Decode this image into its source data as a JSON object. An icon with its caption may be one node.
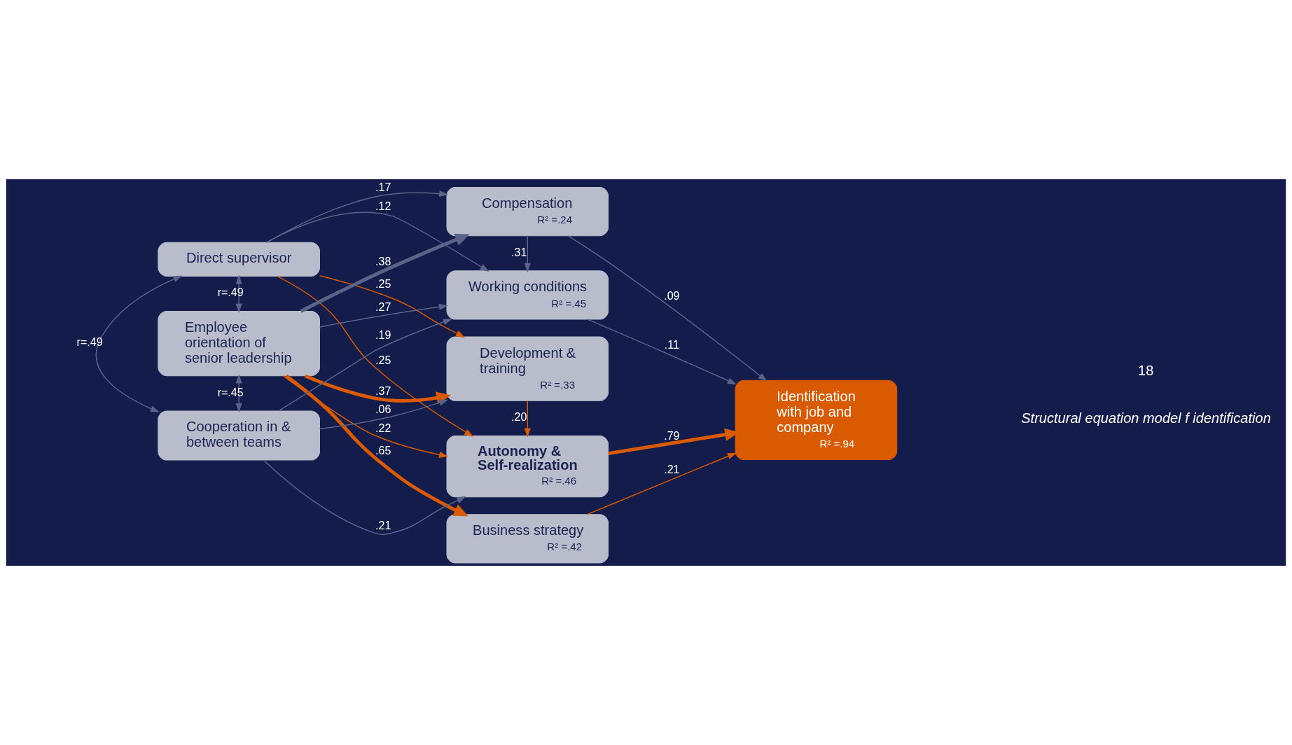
{
  "diagram": {
    "nodes": [
      {
        "text": [
          "Direct supervisor"
        ]
      },
      {
        "text": [
          "Employee orientation of senior leadership"
        ]
      },
      {
        "text": [
          "Cooperation in & between teams"
        ]
      },
      {
        "text": [
          "Development & training",
          "R² =.33"
        ]
      },
      {
        "text": [
          "Autonomy & Self-realization",
          "R² =.46"
        ]
      },
      {
        "text": [
          "Business strategy",
          "R² =.42"
        ]
      },
      {
        "text": [
          "Working conditions",
          "R² =.45"
        ]
      },
      {
        "text": [
          "Compensation",
          "R² =.24"
        ]
      },
      {
        "text": [
          "Identification with job and company",
          "R² =.94"
        ]
      }
    ],
    "edges": [
      {
        "from": 0,
        "to": 3,
        "arrow": "to",
        "label": ".25",
        "color": "#d95a00"
      },
      {
        "from": 0,
        "to": 4,
        "arrow": "to",
        "label": ".25",
        "color": "#d95a00"
      },
      {
        "from": 0,
        "to": 6,
        "arrow": "to",
        "label": ".12"
      },
      {
        "from": 0,
        "to": 7,
        "arrow": "to",
        "label": ".17"
      },
      {
        "from": 1,
        "to": 3,
        "arrow": "to",
        "label": ".37",
        "color": "#d95a00",
        "style": "thick"
      },
      {
        "from": 1,
        "to": 4,
        "arrow": "to",
        "label": ".22",
        "color": "#d95a00"
      },
      {
        "from": 1,
        "to": 5,
        "arrow": "to",
        "label": ".65",
        "color": "#d95a00",
        "style": "thick"
      },
      {
        "from": 1,
        "to": 6,
        "arrow": "to",
        "label": ".27"
      },
      {
        "from": 1,
        "to": 7,
        "arrow": "to",
        "label": ".38",
        "style": "thick"
      },
      {
        "from": 2,
        "to": 3,
        "arrow": "to",
        "label": ".06"
      },
      {
        "from": 2,
        "to": 4,
        "arrow": "to",
        "label": ".21"
      },
      {
        "from": 2,
        "to": 6,
        "arrow": "to",
        "label": ".19"
      },
      {
        "from": 3,
        "to": 4,
        "arrow": "to",
        "label": ".20",
        "color": "#d95a00"
      },
      {
        "from": 7,
        "to": 6,
        "arrow": "to",
        "label": ".31"
      },
      {
        "from": 4,
        "to": 8,
        "arrow": "to",
        "label": ".79",
        "color": "#d95a00",
        "style": "thick"
      },
      {
        "from": 5,
        "to": 8,
        "arrow": "to",
        "label": ".21",
        "color": "#d95a00"
      },
      {
        "from": 6,
        "to": 8,
        "arrow": "to",
        "label": ".11"
      },
      {
        "from": 7,
        "to": 8,
        "arrow": "to",
        "label": ".09"
      },
      {
        "from": 0,
        "to": 1,
        "arrow": "both",
        "label": "r=.49"
      },
      {
        "from": 1,
        "to": 2,
        "arrow": "both",
        "label": "r=.45"
      },
      {
        "from": 0,
        "to": 2,
        "arrow": "both",
        "label": "r=.49"
      }
    ],
    "labels": [
      "Structural equation model f identification",
      "18"
    ]
  }
}
